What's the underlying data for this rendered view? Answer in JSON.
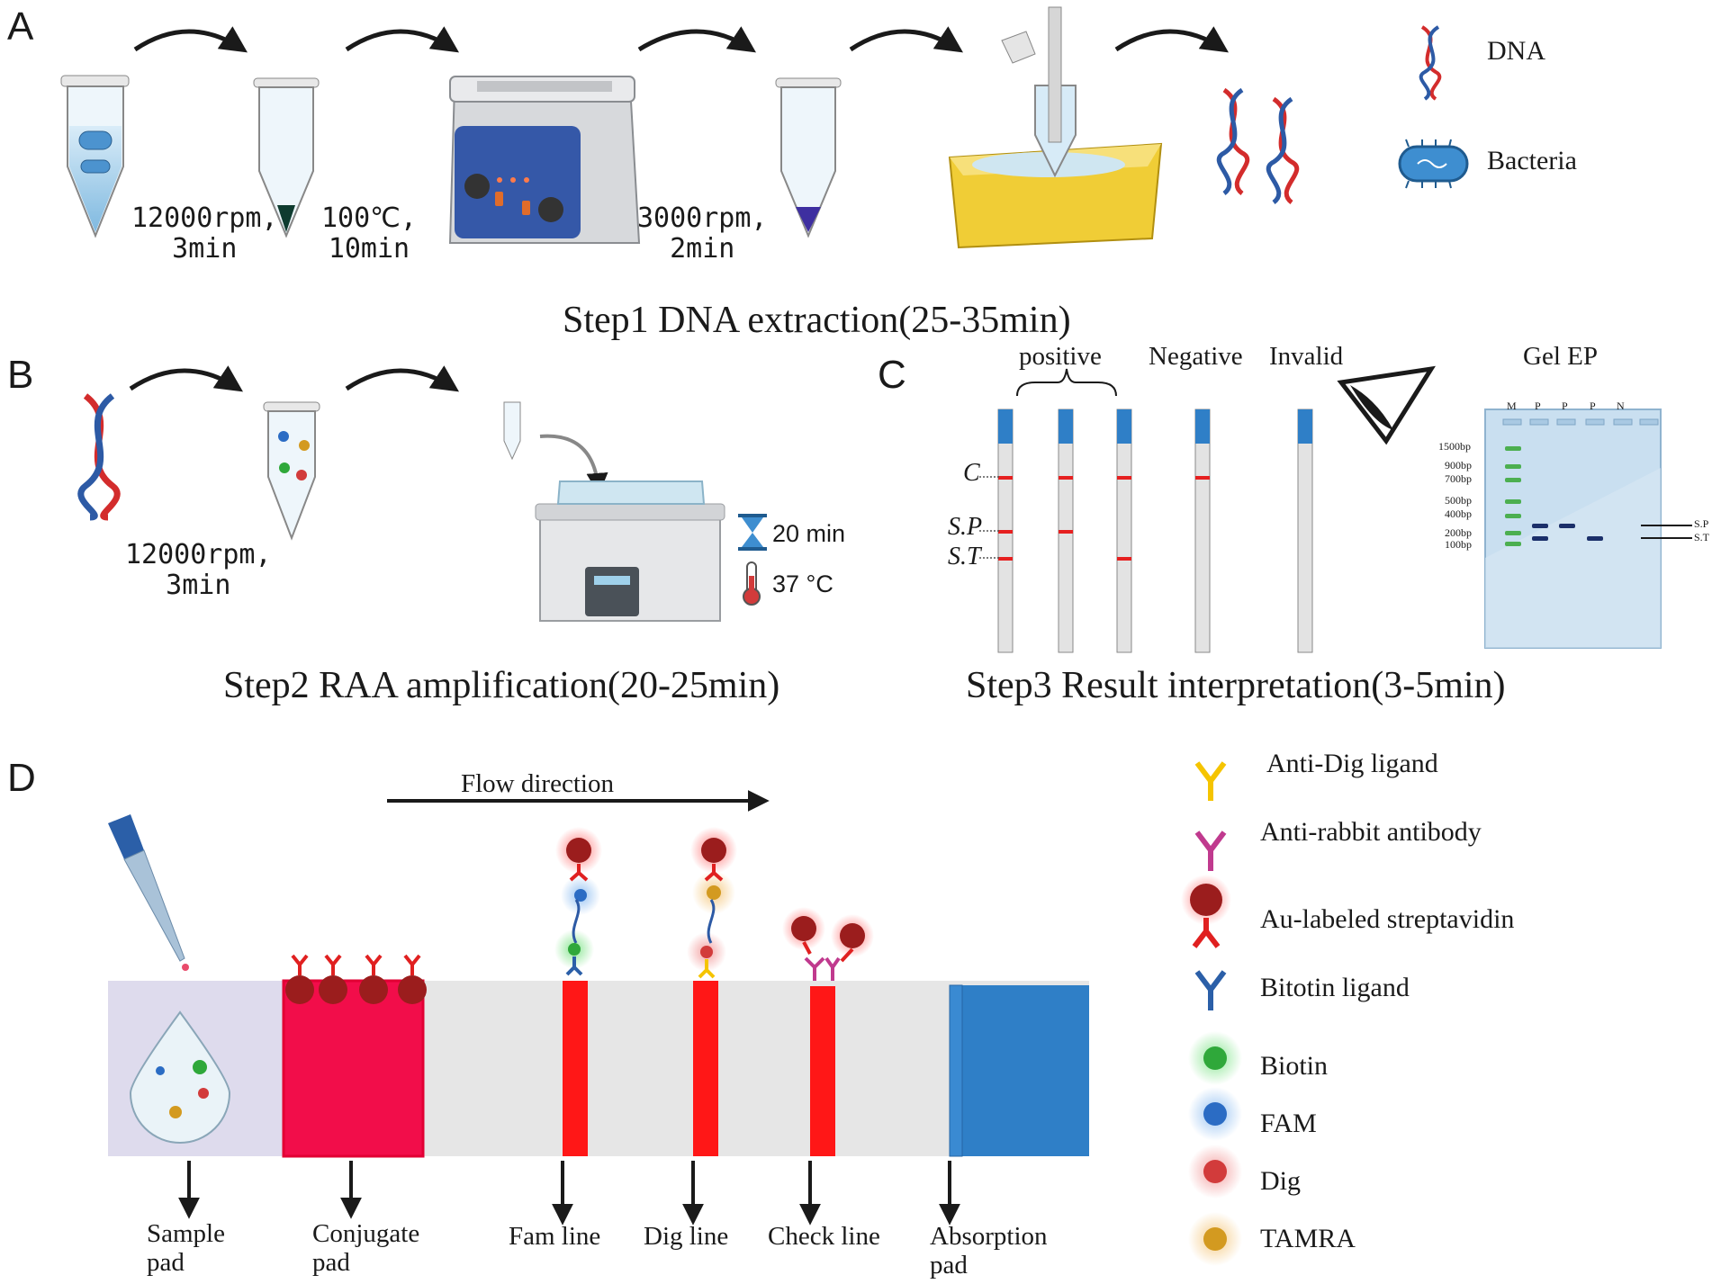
{
  "panels": {
    "a": "A",
    "b": "B",
    "c": "C",
    "d": "D"
  },
  "step1": {
    "conditions": [
      "12000rpm,\n3min",
      "100℃,\n10min",
      "3000rpm,\n2min"
    ],
    "title": "Step1 DNA extraction(25-35min)",
    "legend": {
      "dna": "DNA",
      "bacteria": "Bacteria"
    }
  },
  "step2": {
    "condition": "12000rpm,\n3min",
    "time": "20 min",
    "temp": "37 °C",
    "title": "Step2 RAA amplification(20-25min)"
  },
  "step3": {
    "headers": {
      "positive": "positive",
      "negative": "Negative",
      "invalid": "Invalid",
      "gel": "Gel EP"
    },
    "line_labels": {
      "c": "C",
      "sp": "S.P",
      "st": "S.T"
    },
    "gel_lanes": [
      "M",
      "P",
      "P",
      "P",
      "N"
    ],
    "gel_ladder": [
      "1500bp",
      "900bp",
      "700bp",
      "500bp",
      "400bp",
      "200bp",
      "100bp"
    ],
    "gel_bands": {
      "sp": "S.P",
      "st": "S.T"
    },
    "title": "Step3 Result interpretation(3-5min)"
  },
  "panelD": {
    "flow": "Flow direction",
    "labels": {
      "sample": "Sample\npad",
      "conjugate": "Conjugate\npad",
      "fam": "Fam line",
      "dig": "Dig line",
      "check": "Check line",
      "absorption": "Absorption\npad"
    },
    "legend": [
      {
        "label": "Anti-Dig ligand",
        "icon": "y-antibody-icon",
        "color": "#f5c400"
      },
      {
        "label": "Anti-rabbit antibody",
        "icon": "y-antibody-icon",
        "color": "#c03a8e"
      },
      {
        "label": "Au-labeled streptavidin",
        "icon": "gold-particle-icon",
        "color": "#a5211f"
      },
      {
        "label": "Bitotin ligand",
        "icon": "y-antibody-icon",
        "color": "#2b5fa8"
      },
      {
        "label": "Biotin",
        "icon": "dot-icon",
        "color": "#2fa83a"
      },
      {
        "label": "FAM",
        "icon": "dot-icon",
        "color": "#2b6cc4"
      },
      {
        "label": "Dig",
        "icon": "dot-icon",
        "color": "#d23b3b"
      },
      {
        "label": "TAMRA",
        "icon": "dot-icon",
        "color": "#d39a20"
      }
    ]
  }
}
